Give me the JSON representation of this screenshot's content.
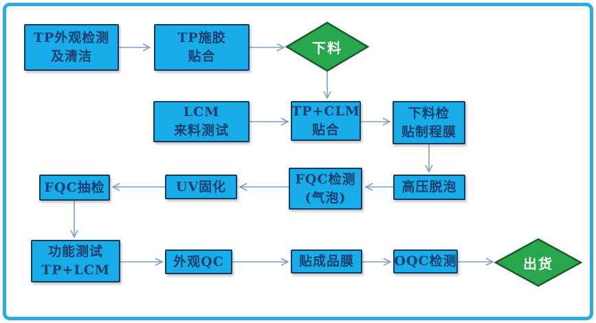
{
  "colors": {
    "frame_border": "#2aace2",
    "box_fill": "#18ace8",
    "box_border": "#123a63",
    "box_text": "#17406e",
    "diamond_fill": "#28a74e",
    "diamond_border": "#1a5c2a",
    "diamond_text": "#f2fff2",
    "arrow": "#7f9dc9"
  },
  "nodes": {
    "tp_inspection": {
      "line1": "TP外观检测",
      "line2": "及清洁"
    },
    "tp_glue": {
      "line1": "TP施胶",
      "line2": "贴合"
    },
    "xialiao": {
      "label": "下料"
    },
    "lcm_test": {
      "line1": "LCM",
      "line2": "来料测试"
    },
    "tp_clm": {
      "line1": "TP+CLM",
      "line2": "贴合"
    },
    "xialiao_check": {
      "line1": "下料检",
      "line2": "贴制程膜"
    },
    "fqc_sample": {
      "line1": "FQC抽检"
    },
    "uv_cure": {
      "line1": "UV固化"
    },
    "fqc_test": {
      "line1": "FQC检测",
      "line2": "(气泡)"
    },
    "autoclave": {
      "line1": "高压脱泡"
    },
    "function_test": {
      "line1": "功能测试",
      "line2": "TP+LCM"
    },
    "visual_qc": {
      "line1": "外观QC"
    },
    "final_film": {
      "line1": "贴成品膜"
    },
    "oqc_test": {
      "line1": "OQC检测"
    },
    "shipment": {
      "label": "出货"
    }
  }
}
